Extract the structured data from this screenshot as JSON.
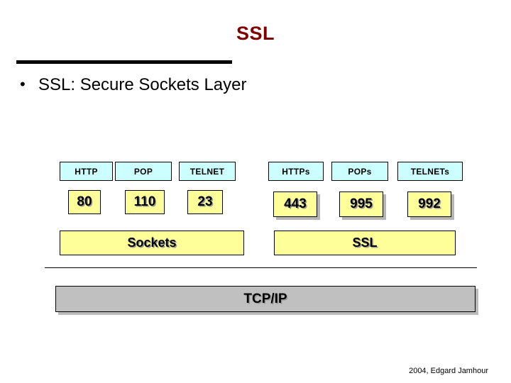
{
  "slide": {
    "title": "SSL",
    "bullet_mark": "•",
    "bullet_text": "SSL: Secure Sockets Layer",
    "footer": "2004, Edgard Jamhour"
  },
  "colors": {
    "title": "#800000",
    "protocol_box": "#ccffff",
    "port_box": "#ffff99",
    "layer_yellow": "#ffff99",
    "layer_grey": "#c0c0c0",
    "border": "#000000",
    "background": "#ffffff"
  },
  "diagram": {
    "plain_protocols": [
      {
        "name": "HTTP",
        "port": "80"
      },
      {
        "name": "POP",
        "port": "110"
      },
      {
        "name": "TELNET",
        "port": "23"
      }
    ],
    "secure_protocols": [
      {
        "name": "HTTPs",
        "port": "443"
      },
      {
        "name": "POPs",
        "port": "995"
      },
      {
        "name": "TELNETs",
        "port": "992"
      }
    ],
    "layers": {
      "sockets": "Sockets",
      "ssl": "SSL",
      "transport": "TCP/IP"
    }
  }
}
